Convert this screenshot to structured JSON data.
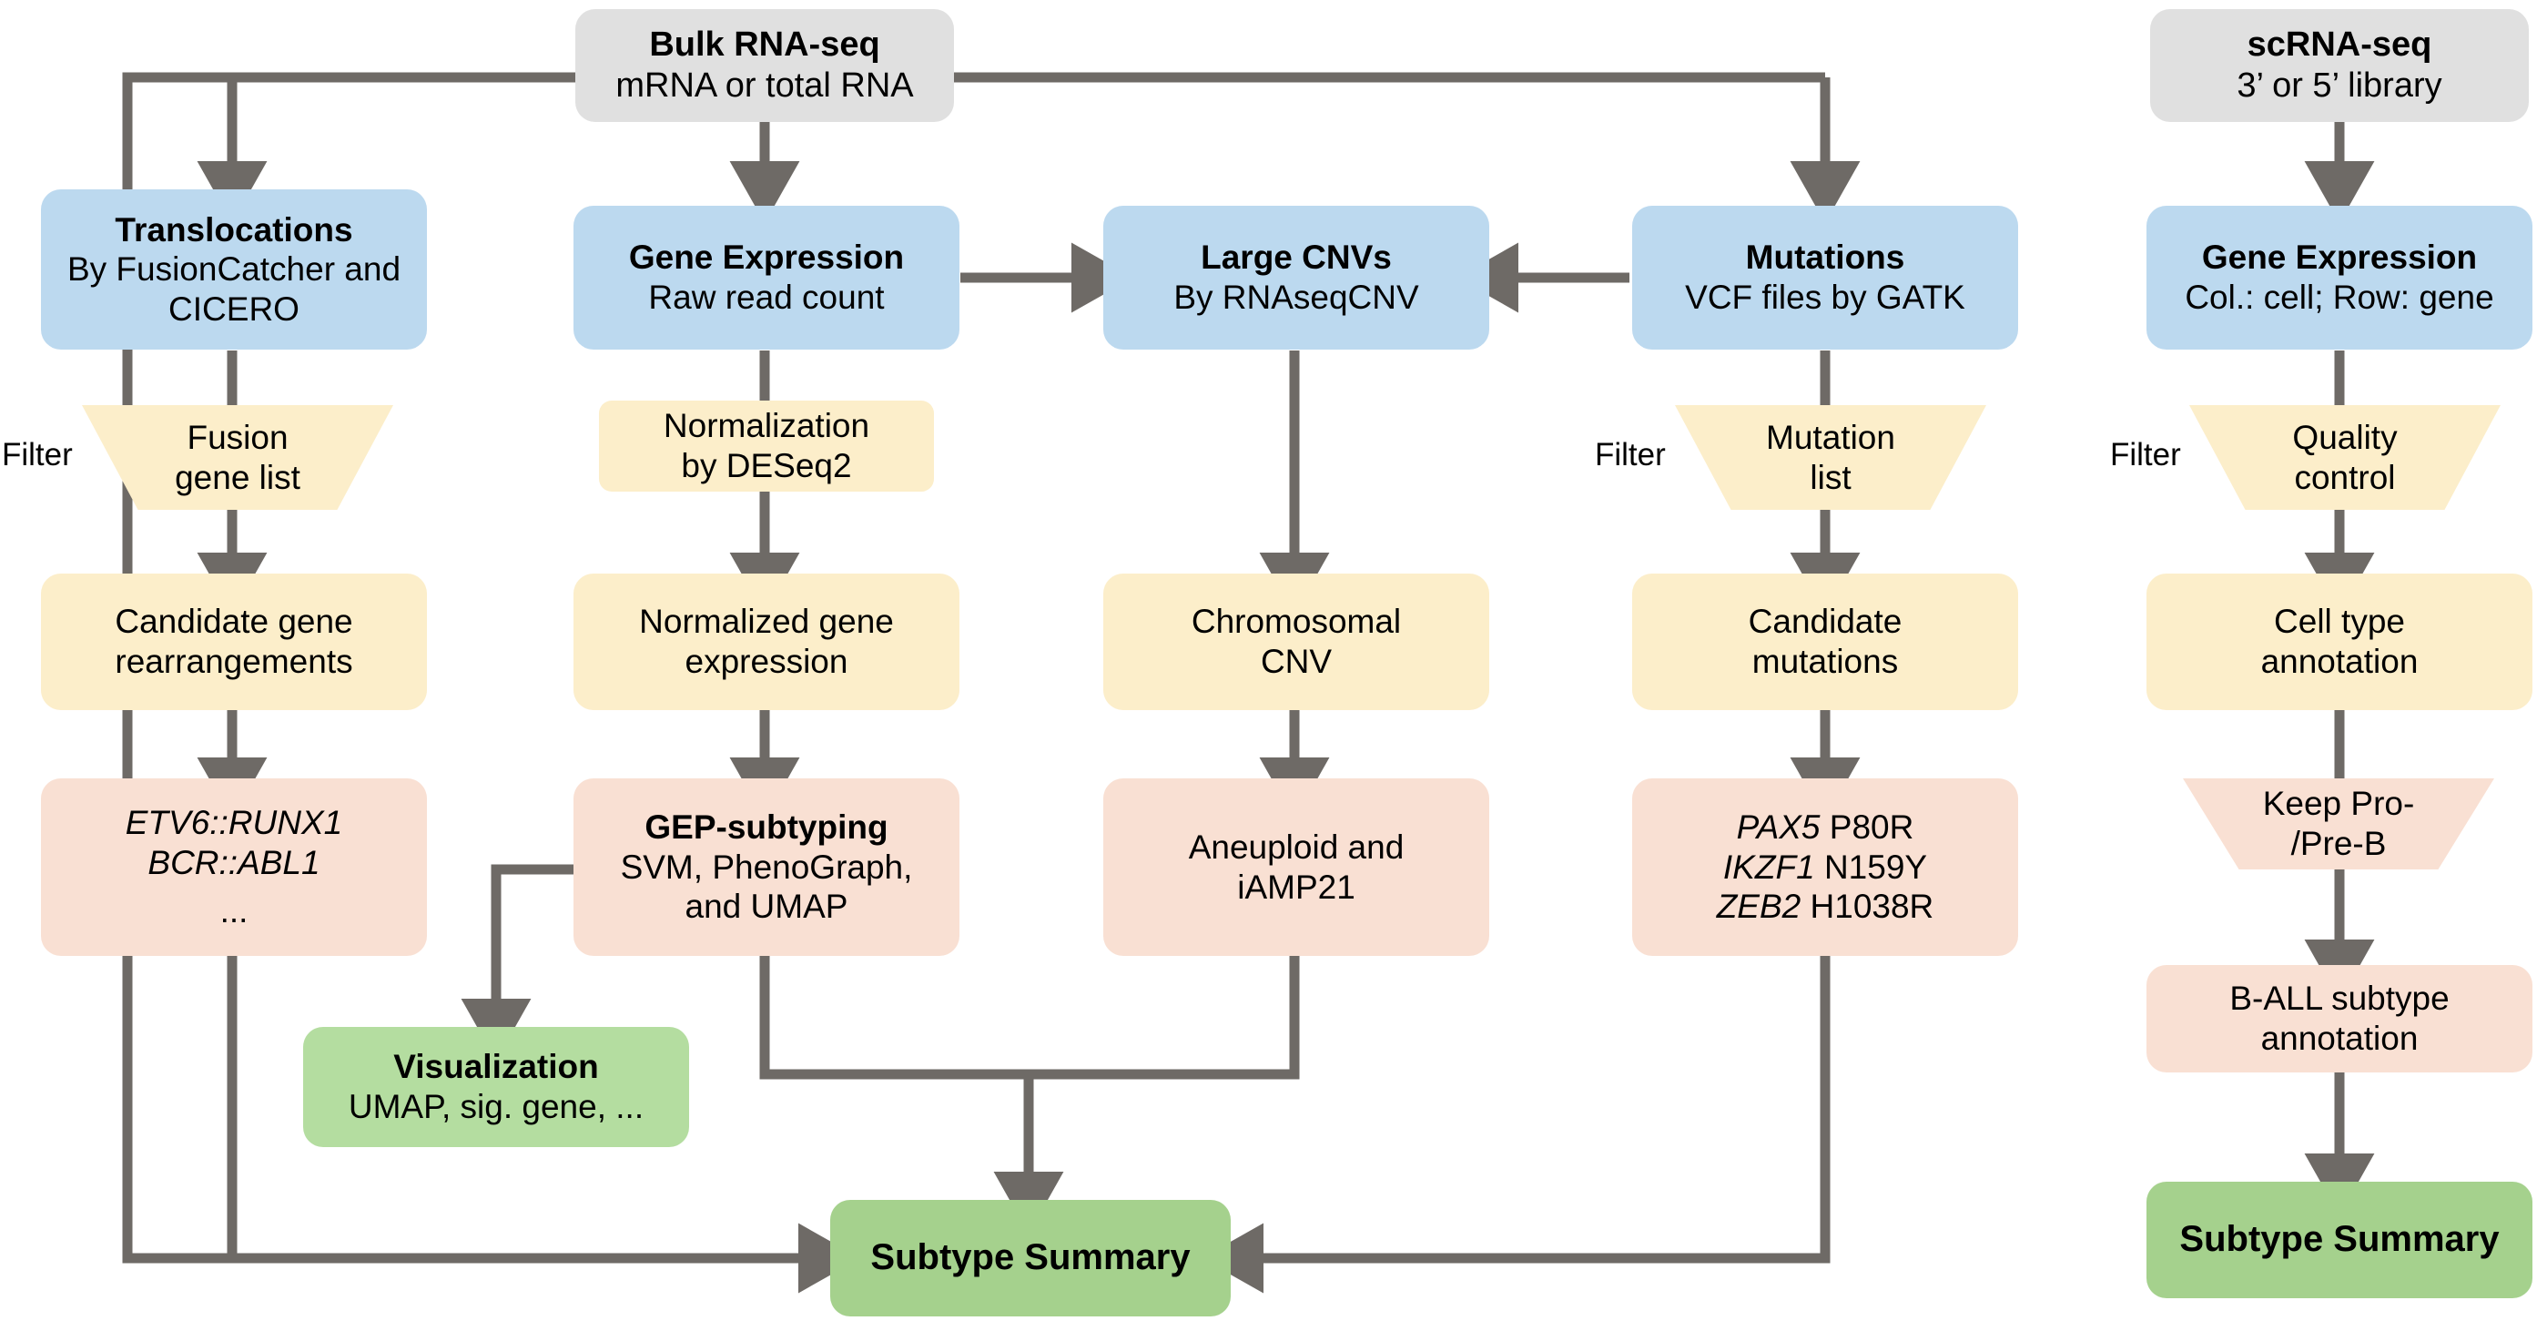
{
  "theme": {
    "gray": "#e0e0e0",
    "blue": "#bcd9ef",
    "yellow": "#fceeca",
    "pink": "#f9e0d3",
    "green": "#b4dda0",
    "arrow": "#6e6a66"
  },
  "labels": {
    "filter": "Filter"
  },
  "nodes": {
    "bulk_rnaseq": {
      "title": "Bulk RNA-seq",
      "subtitle": "mRNA or total RNA"
    },
    "scrnaseq": {
      "title": "scRNA-seq",
      "subtitle": "3’ or 5’ library"
    },
    "translocations": {
      "title": "Translocations",
      "subtitle": "By FusionCatcher and CICERO"
    },
    "gene_expression_bulk": {
      "title": "Gene Expression",
      "subtitle": "Raw read count"
    },
    "large_cnvs": {
      "title": "Large CNVs",
      "subtitle": "By RNAseqCNV"
    },
    "mutations": {
      "title": "Mutations",
      "subtitle": "VCF files by GATK"
    },
    "gene_expression_sc": {
      "title": "Gene Expression",
      "subtitle": "Col.: cell; Row: gene"
    },
    "fusion_gene_list": {
      "line1": "Fusion",
      "line2": "gene list"
    },
    "normalization": {
      "line1": "Normalization",
      "line2": "by  DESeq2"
    },
    "mutation_list": {
      "line1": "Mutation",
      "line2": "list"
    },
    "quality_control": {
      "line1": "Quality",
      "line2": "control"
    },
    "candidate_gene_rearrangements": {
      "line1": "Candidate gene",
      "line2": "rearrangements"
    },
    "normalized_gene_expression": {
      "line1": "Normalized gene",
      "line2": "expression"
    },
    "chromosomal_cnv": {
      "line1": "Chromosomal",
      "line2": "CNV"
    },
    "candidate_mutations": {
      "line1": "Candidate",
      "line2": "mutations"
    },
    "cell_type_annotation": {
      "line1": "Cell type",
      "line2": "annotation"
    },
    "fusion_examples": {
      "line1": "ETV6::RUNX1",
      "line2": "BCR::ABL1",
      "line3": "..."
    },
    "gep_subtyping": {
      "title": "GEP-subtyping",
      "line1": "SVM, PhenoGraph,",
      "line2": "and UMAP"
    },
    "aneuploid": {
      "line1": "Aneuploid and",
      "line2": "iAMP21"
    },
    "mutation_examples": {
      "gene1": "PAX5",
      "var1": "P80R",
      "gene2": "IKZF1",
      "var2": "N159Y",
      "gene3": "ZEB2",
      "var3": "H1038R"
    },
    "keep_pro_pre_b": {
      "line1": "Keep Pro-",
      "line2": "/Pre-B"
    },
    "ball_subtype_annotation": {
      "line1": "B-ALL subtype",
      "line2": "annotation"
    },
    "visualization": {
      "title": "Visualization",
      "subtitle": "UMAP, sig. gene, ..."
    },
    "subtype_summary_bulk": {
      "title": "Subtype Summary"
    },
    "subtype_summary_sc": {
      "title": "Subtype Summary"
    }
  }
}
